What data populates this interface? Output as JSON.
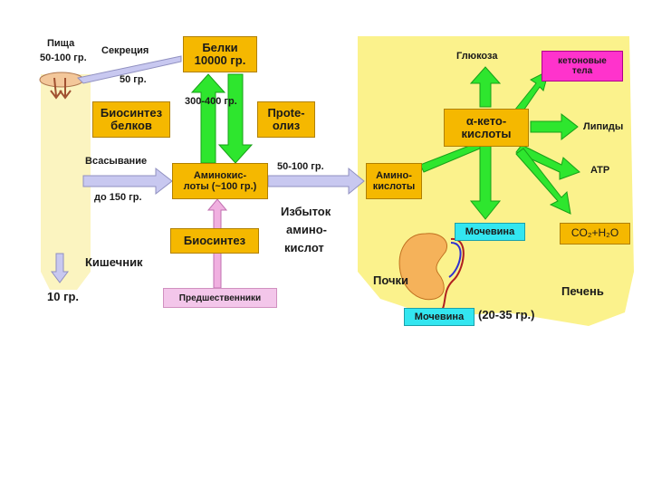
{
  "colors": {
    "liver": "#fbf28c",
    "intestine": "#fbf4c0",
    "box_orange": "#f5b800",
    "arrow_green": "#2ee62e",
    "arrow_lavender": "#c8c8f0",
    "arrow_pink": "#f0b0e0",
    "box_cyan": "#33e6f0",
    "box_magenta": "#ff33cc"
  },
  "left": {
    "food": "Пища",
    "food_amount": "50-100 гр.",
    "secretion": "Секреция",
    "secretion_amount": "50 гр.",
    "proteins_line1": "Белки",
    "proteins_line2": "10000 гр.",
    "turnover": "300-400 гр.",
    "biosynthesis_proteins_line1": "Биосинтез",
    "biosynthesis_proteins_line2": "белков",
    "proteolysis_line1": "Прote-",
    "proteolysis_line2": "олиз",
    "absorption": "Всасывание",
    "absorption_amount": "до 150 гр.",
    "amino_pool_line1": "Аминокис-",
    "amino_pool_line2": "лоты (~100 гр.)",
    "transfer_amount": "50-100 гр.",
    "excess_line1": "Избыток",
    "excess_line2": "амино-",
    "excess_line3": "кислот",
    "biosynthesis": "Биосинтез",
    "precursors": "Предшественники",
    "intestine": "Кишечник",
    "feces_amount": "10 гр."
  },
  "liver": {
    "amino_line1": "Амино-",
    "amino_line2": "кислоты",
    "keto_line1": "α-кето-",
    "keto_line2": "кислоты",
    "glucose": "Глюкоза",
    "ketone_line1": "кетоновые",
    "ketone_line2": "тела",
    "lipids": "Липиды",
    "atp": "ATP",
    "urea": "Мочевина",
    "co2_h2o": "CO₂+H₂O",
    "liver_label": "Печень",
    "kidneys": "Почки",
    "urea_out": "Мочевина",
    "urea_out_amount": "(20-35 гр.)"
  }
}
